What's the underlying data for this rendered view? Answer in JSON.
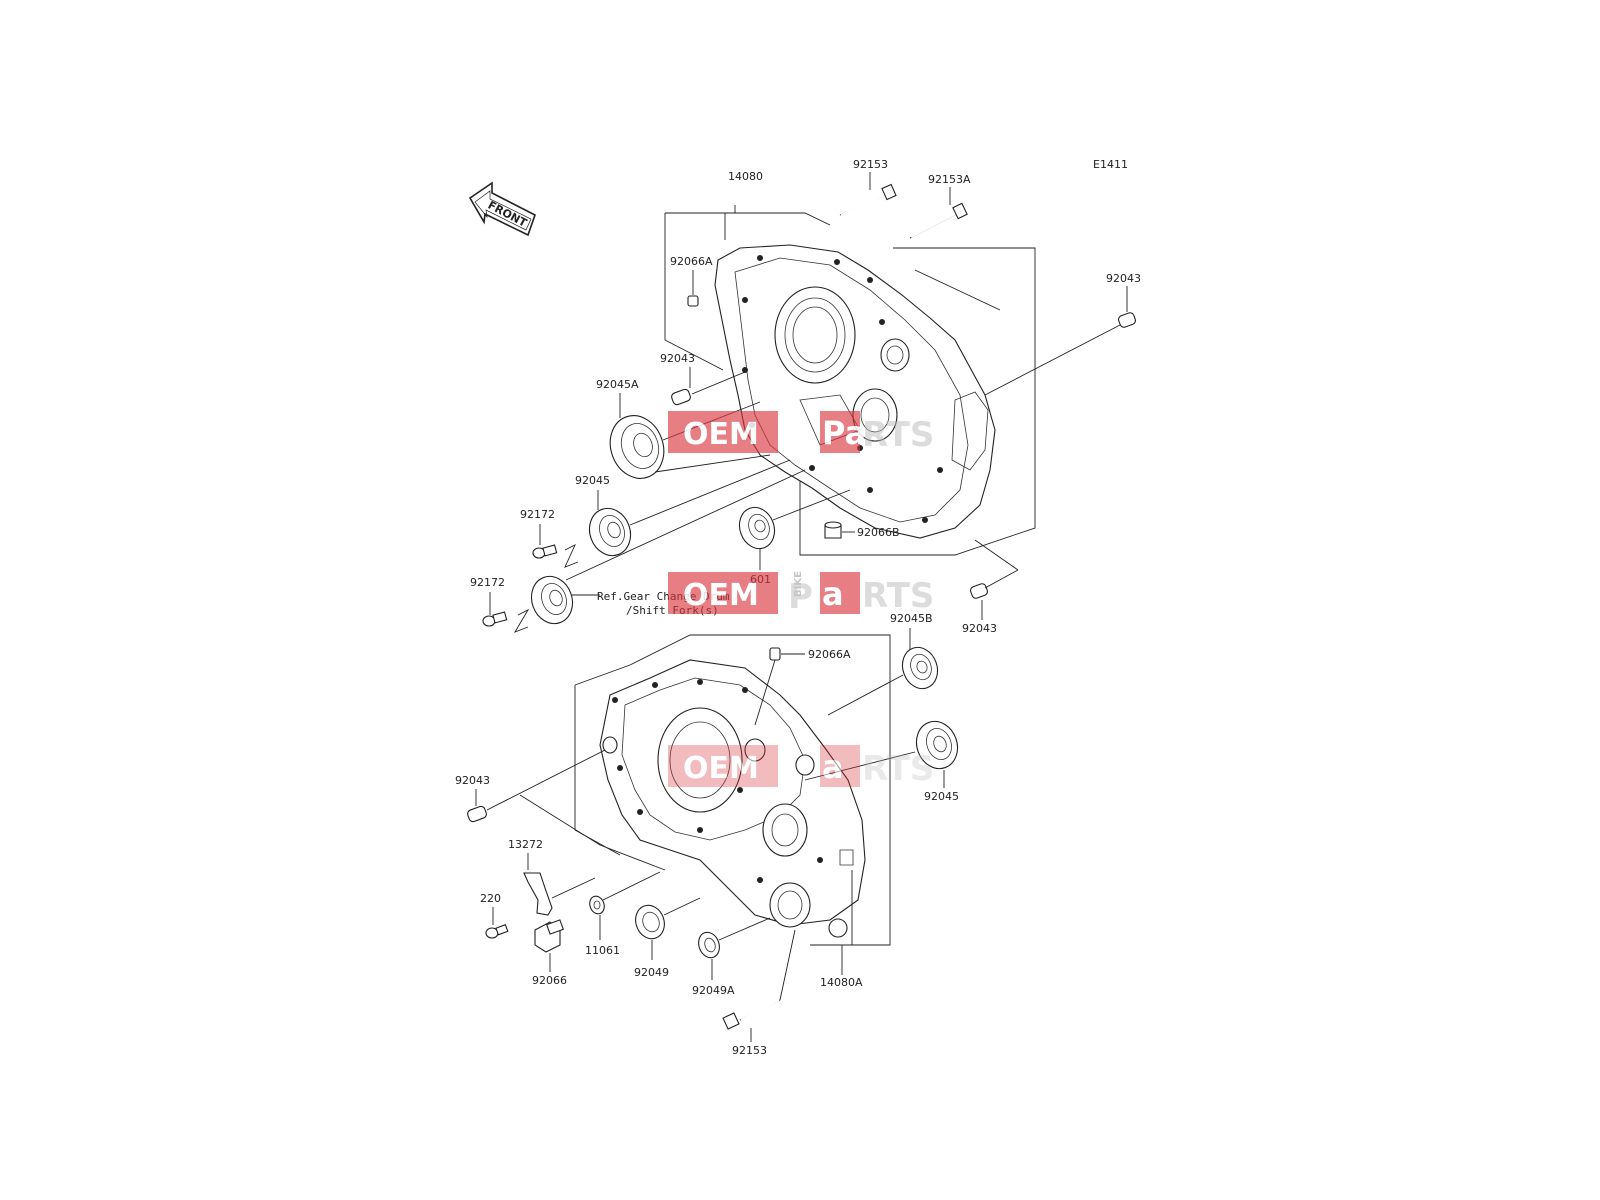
{
  "diagram": {
    "code": "E1411",
    "front_label": "FRONT",
    "note_line1": "Ref.Gear Change Drum",
    "note_line2": "/Shift Fork(s)",
    "watermark": {
      "oem": "OEM",
      "bike": "BIKE",
      "parts_a": "Pa",
      "parts_b": "RTS",
      "color": "#d9363e"
    },
    "labels": {
      "p14080": "14080",
      "p92153_top": "92153",
      "p92153A": "92153A",
      "p92066A_top": "92066A",
      "p92043_right_top": "92043",
      "p92043_left_top": "92043",
      "p92045A": "92045A",
      "p92045_top": "92045",
      "p92172_a": "92172",
      "p92172_b": "92172",
      "p601": "601",
      "p92066B": "92066B",
      "p92043_mid_right": "92043",
      "p92045B": "92045B",
      "p92066A_mid": "92066A",
      "p92045_right": "92045",
      "p92043_left_low": "92043",
      "p13272": "13272",
      "p220": "220",
      "p92066": "92066",
      "p11061": "11061",
      "p92049": "92049",
      "p92049A": "92049A",
      "p14080A": "14080A",
      "p92153_bottom": "92153"
    }
  }
}
